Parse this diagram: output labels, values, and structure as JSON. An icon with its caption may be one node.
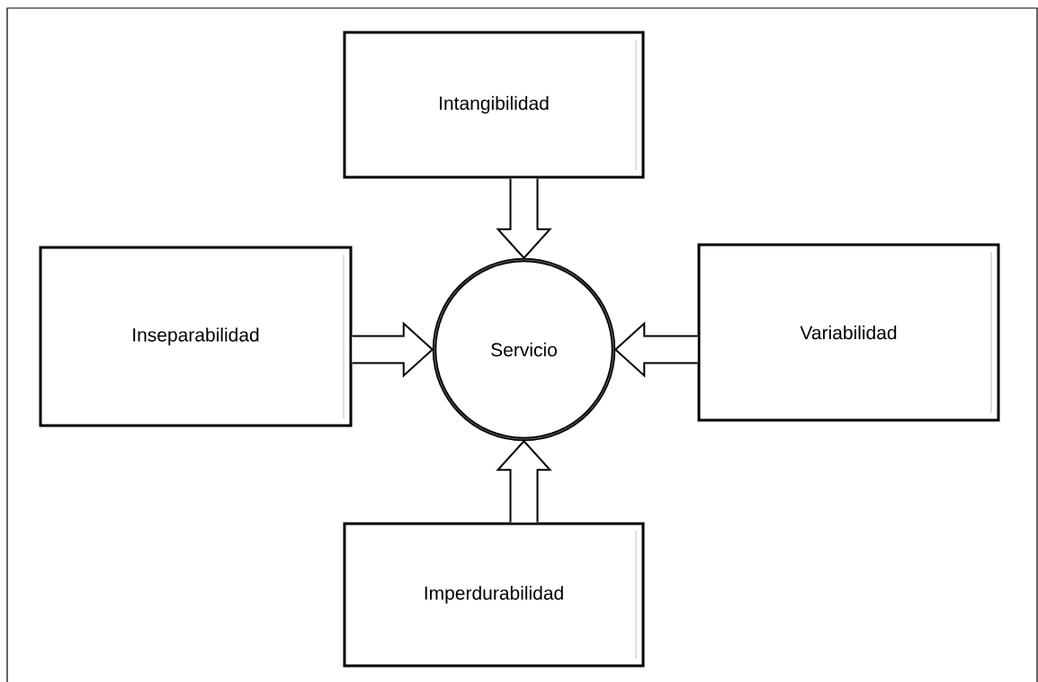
{
  "diagram": {
    "nodes": [
      {
        "text": [
          "Intangibilidad"
        ]
      },
      {
        "text": [
          "Inseparabilidad"
        ]
      },
      {
        "text": [
          "Servicio"
        ]
      },
      {
        "text": [
          "Variabilidad"
        ]
      },
      {
        "text": [
          "Imperdurabilidad"
        ]
      }
    ],
    "edges": [
      {
        "from": 0,
        "to": 2,
        "arrow": "to"
      },
      {
        "from": 1,
        "to": 2,
        "arrow": "to"
      },
      {
        "from": 3,
        "to": 2,
        "arrow": "to"
      },
      {
        "from": 4,
        "to": 2,
        "arrow": "to"
      }
    ]
  }
}
